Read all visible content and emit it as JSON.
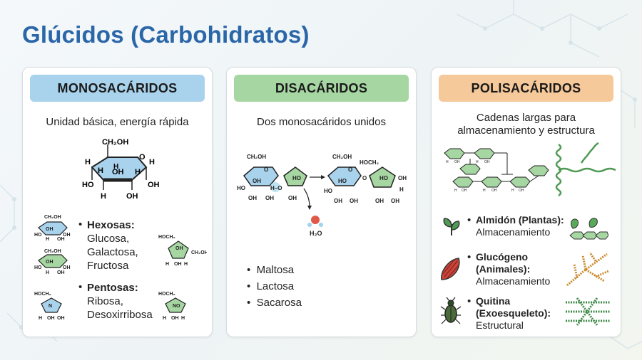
{
  "title": "Glúcidos (Carbohidratos)",
  "colors": {
    "title": "#2a66a8",
    "blue": "#a9d2ec",
    "green": "#a6d6a2",
    "orange": "#f6c99a"
  },
  "cards": [
    {
      "header": "MONOSACÁRIDOS",
      "description": "Unidad básica, energía rápida",
      "hexosas": {
        "label": "Hexosas:",
        "items": [
          "Glucosa,",
          "Galactosa,",
          "Fructosa"
        ]
      },
      "pentosas": {
        "label": "Pentosas:",
        "items": [
          "Ribosa,",
          "Desoxirribosa"
        ]
      }
    },
    {
      "header": "DISACÁRIDOS",
      "description": "Dos monosacáridos unidos",
      "items": [
        "Maltosa",
        "Lactosa",
        "Sacarosa"
      ],
      "water": "H₂O"
    },
    {
      "header": "POLISACÁRIDOS",
      "description_line1": "Cadenas largas para",
      "description_line2": "almacenamiento y estructura",
      "items": [
        {
          "title": "Almidón (Plantas):",
          "subtitle": "Almacenamiento"
        },
        {
          "title": "Glucógeno",
          "title2": "(Animales):",
          "subtitle": "Almacenamiento"
        },
        {
          "title": "Quitina",
          "title2": "(Exoesqueleto):",
          "subtitle": "Estructural"
        }
      ]
    }
  ],
  "chem": {
    "ch2oh": "CH₂OH",
    "hoch2": "HOCH₂",
    "h": "H",
    "oh": "OH",
    "ho": "HO",
    "o": "O",
    "ho_bond": "H–O"
  }
}
